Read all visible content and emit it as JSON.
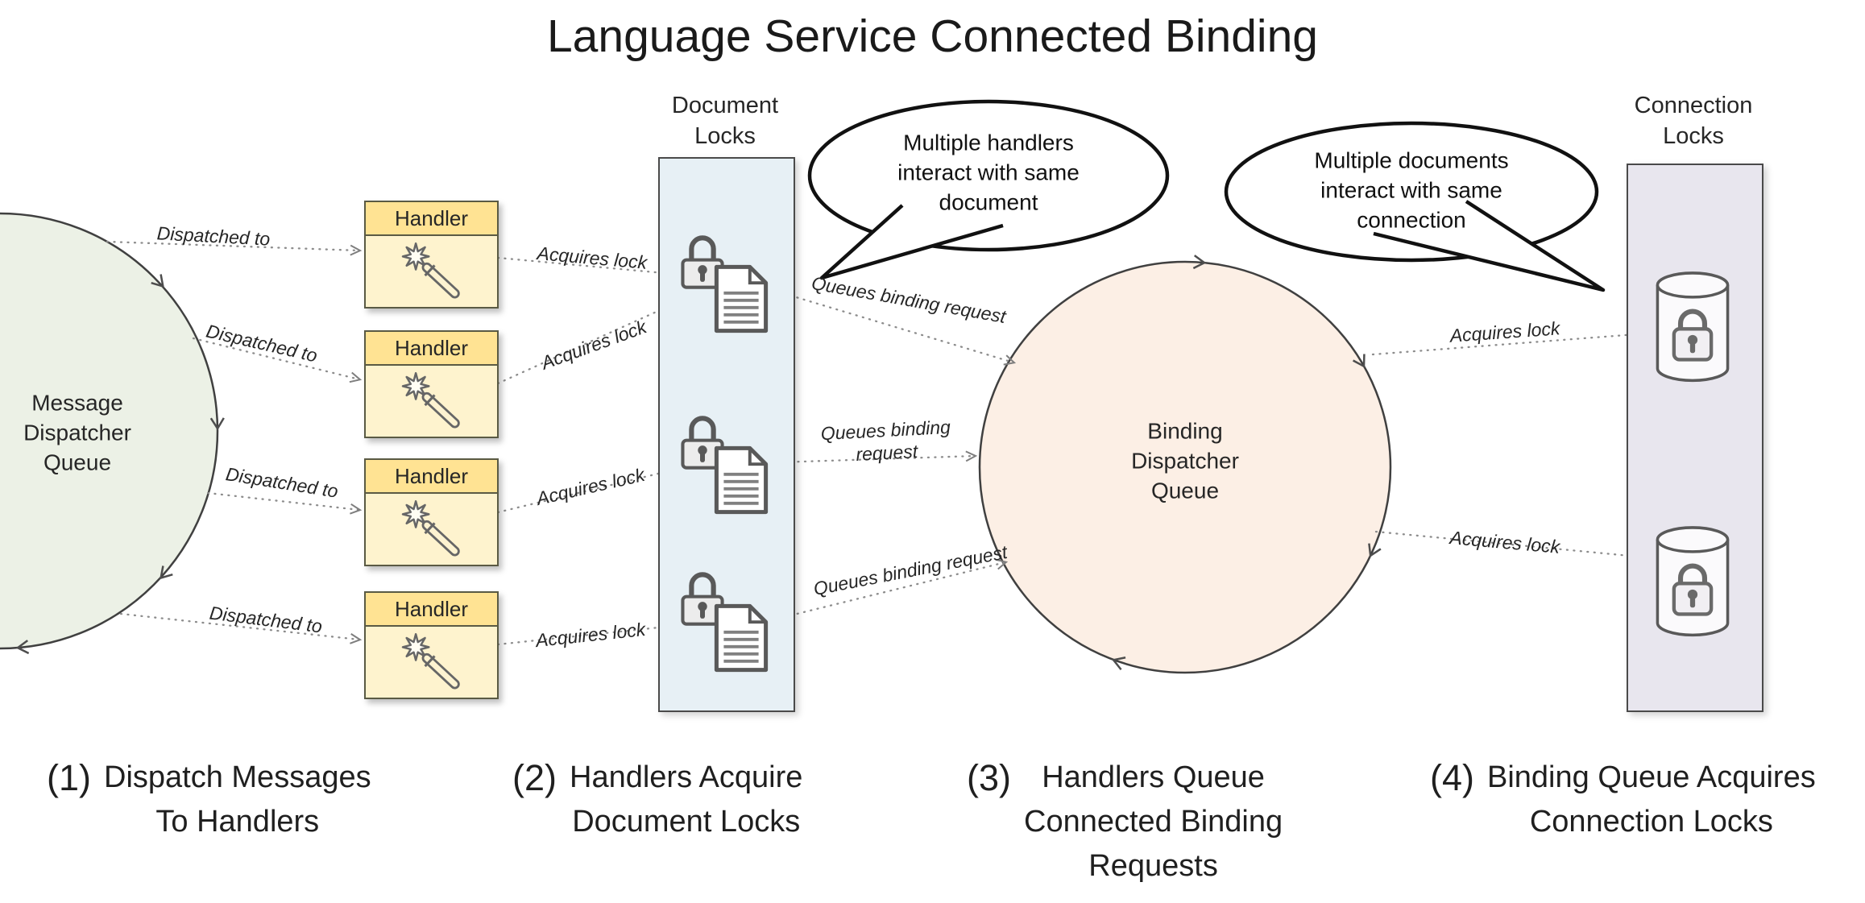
{
  "title": "Language Service Connected Binding",
  "message_dispatcher_queue": {
    "label": "Message\nDispatcher\nQueue"
  },
  "binding_dispatcher_queue": {
    "label": "Binding\nDispatcher\nQueue"
  },
  "document_locks": {
    "label": "Document\nLocks"
  },
  "connection_locks": {
    "label": "Connection\nLocks"
  },
  "handlers": [
    {
      "label": "Handler"
    },
    {
      "label": "Handler"
    },
    {
      "label": "Handler"
    },
    {
      "label": "Handler"
    }
  ],
  "speech_bubbles": [
    {
      "text": "Multiple handlers\ninteract with same\ndocument"
    },
    {
      "text": "Multiple documents\ninteract with same\nconnection"
    }
  ],
  "edge_labels": {
    "dispatched_to": [
      "Dispatched to",
      "Dispatched to",
      "Dispatched to",
      "Dispatched to"
    ],
    "acquires_document_lock": [
      "Acquires lock",
      "Acquires lock",
      "Acquires lock",
      "Acquires lock"
    ],
    "queues_binding_request": [
      "Queues binding request",
      "Queues binding\nrequest",
      "Queues binding request"
    ],
    "acquires_connection_lock": [
      "Acquires lock",
      "Acquires lock"
    ]
  },
  "captions": [
    {
      "number": "(1)",
      "text": "Dispatch Messages\nTo Handlers"
    },
    {
      "number": "(2)",
      "text": "Handlers Acquire\nDocument Locks"
    },
    {
      "number": "(3)",
      "text": "Handlers Queue\nConnected Binding\nRequests"
    },
    {
      "number": "(4)",
      "text": "Binding Queue Acquires\nConnection Locks"
    }
  ],
  "colors": {
    "message_queue_fill": "#ECF1E6",
    "binding_queue_fill": "#FCEFE5",
    "document_locks_fill": "#E7F0F5",
    "connection_locks_fill": "#E8E6EE",
    "handler_header_fill": "#FFE393",
    "handler_body_fill": "#FEF3CE",
    "node_outline": "#404040",
    "arrow_gray": "#8C8C8C",
    "bubble_outline": "#111111"
  }
}
